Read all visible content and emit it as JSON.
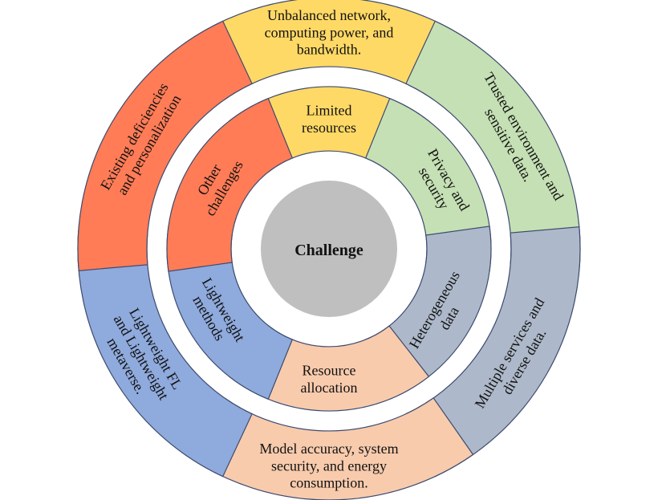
{
  "center": {
    "label": "Challenge",
    "color": "#bfbfbf"
  },
  "segments": [
    {
      "id": "limited-resources",
      "inner_label": [
        "Limited",
        "resources"
      ],
      "outer_label": [
        "Unbalanced network,",
        "computing power, and",
        "bandwidth."
      ],
      "color": "#ffd966"
    },
    {
      "id": "privacy-security",
      "inner_label": [
        "Privacy and",
        "security"
      ],
      "outer_label": [
        "Trusted environment and",
        "sensitive data."
      ],
      "color": "#c5e0b4"
    },
    {
      "id": "heterogeneous-data",
      "inner_label": [
        "Heterogeneous",
        "data"
      ],
      "outer_label": [
        "Multiple services and",
        "diverse data."
      ],
      "color": "#adb9ca"
    },
    {
      "id": "resource-allocation",
      "inner_label": [
        "Resource",
        "allocation"
      ],
      "outer_label": [
        "Model accuracy, system",
        "security, and energy",
        "consumption."
      ],
      "color": "#f8cbad"
    },
    {
      "id": "lightweight-methods",
      "inner_label": [
        "Lightweight",
        "methods"
      ],
      "outer_label": [
        "Lightweight FL",
        "and Lightweight",
        "metaverse."
      ],
      "color": "#8faadc"
    },
    {
      "id": "other-challenges",
      "inner_label": [
        "Other",
        "challenges"
      ],
      "outer_label": [
        "Existing deficiencies",
        "and personalization"
      ],
      "color": "#ff7c57"
    }
  ]
}
